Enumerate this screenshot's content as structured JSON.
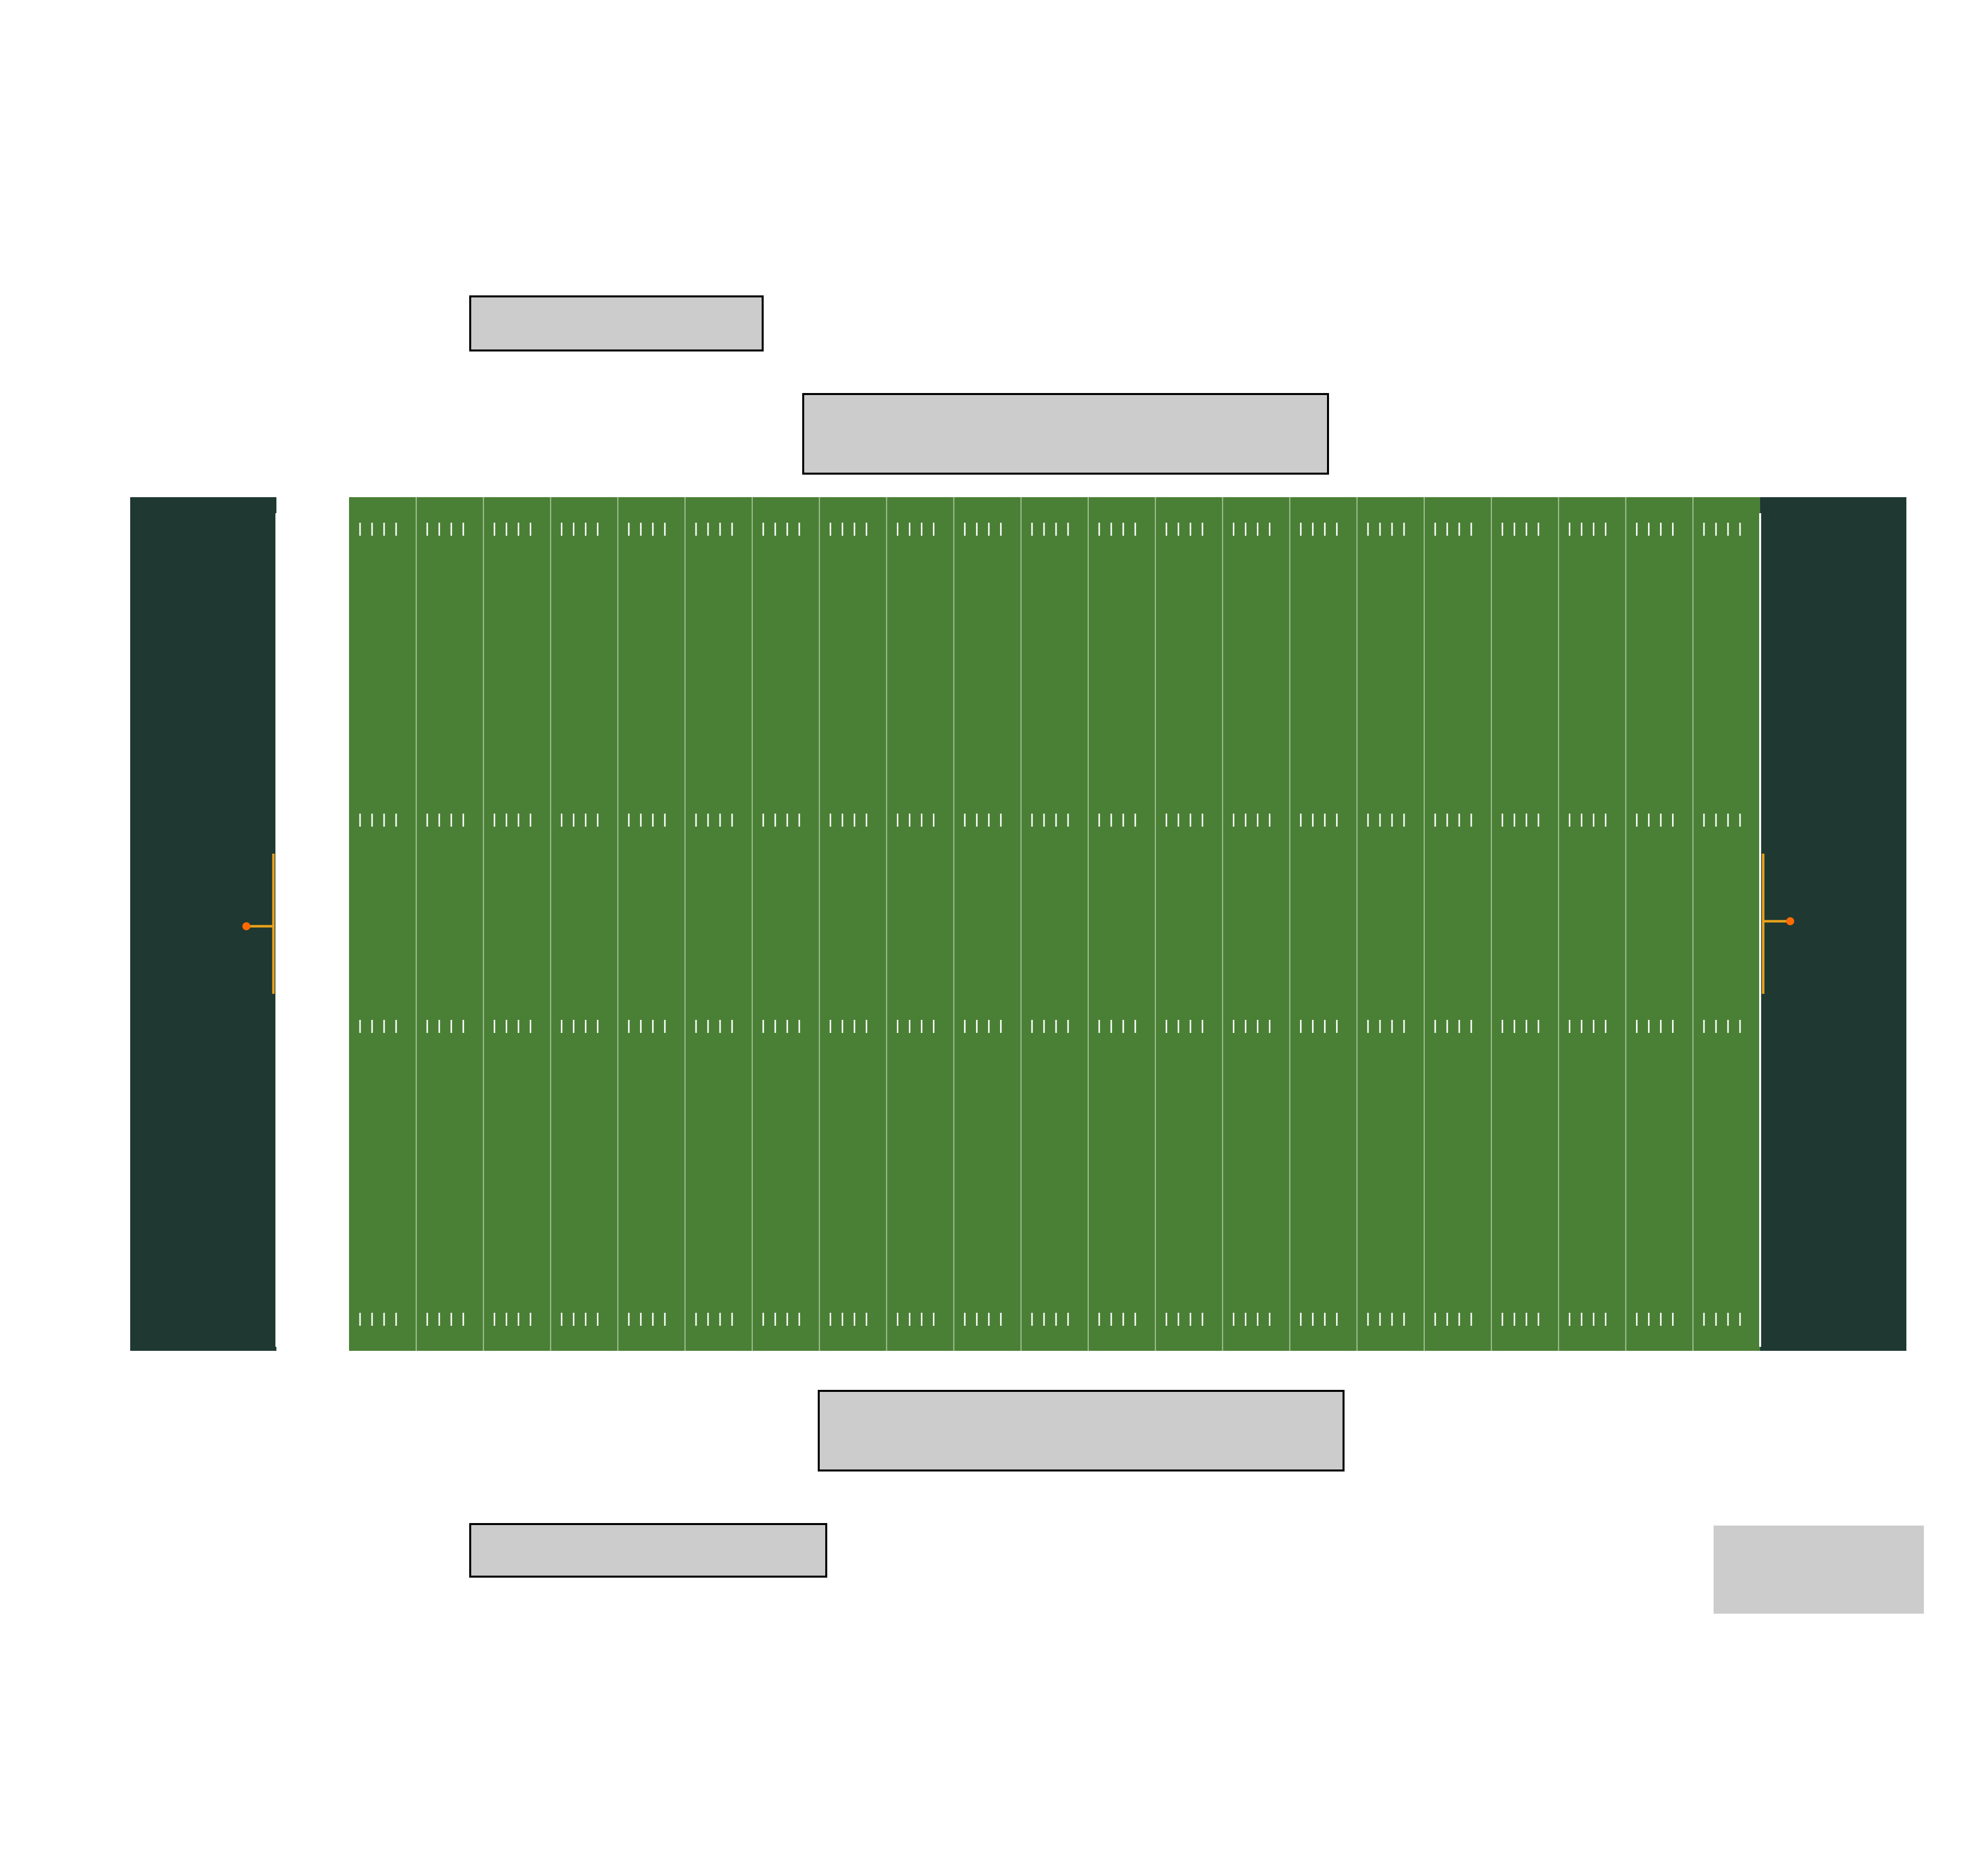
{
  "colors": {
    "background": "#ffffff",
    "field_turf": "#4a8035",
    "end_zone": "#1f3832",
    "line_marking": "#ffffff",
    "goal_post": "#e8a21a",
    "goal_post_marker": "#ff6a00",
    "label_block_fill": "#cccccc",
    "label_block_border": "#000000"
  },
  "field": {
    "yard_segments": 21,
    "hash_rows": 4,
    "ticks_per_segment": 4,
    "goal_posts": [
      "left",
      "right"
    ]
  },
  "label_blocks": [
    {
      "name": "label-block-top-small",
      "text": "",
      "bordered": true
    },
    {
      "name": "label-block-top-wide",
      "text": "",
      "bordered": true
    },
    {
      "name": "label-block-bottom-wide",
      "text": "",
      "bordered": true
    },
    {
      "name": "label-block-bottom-small",
      "text": "",
      "bordered": true
    },
    {
      "name": "label-block-corner",
      "text": "",
      "bordered": false
    }
  ]
}
